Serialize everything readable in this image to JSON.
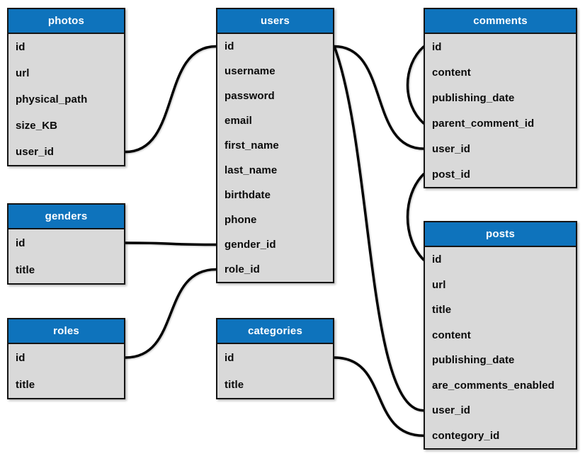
{
  "diagram": {
    "colors": {
      "background": "#ffffff",
      "table_header_bg": "#0e73bc",
      "table_header_text": "#ffffff",
      "table_body_bg": "#d9d9d9",
      "table_border": "#141414",
      "connector": "#000000"
    },
    "tables": [
      {
        "id": "photos",
        "title": "photos",
        "fields": [
          "id",
          "url",
          "physical_path",
          "size_KB",
          "user_id"
        ]
      },
      {
        "id": "users",
        "title": "users",
        "fields": [
          "id",
          "username",
          "password",
          "email",
          "first_name",
          "last_name",
          "birthdate",
          "phone",
          "gender_id",
          "role_id"
        ]
      },
      {
        "id": "comments",
        "title": "comments",
        "fields": [
          "id",
          "content",
          "publishing_date",
          "parent_comment_id",
          "user_id",
          "post_id"
        ]
      },
      {
        "id": "genders",
        "title": "genders",
        "fields": [
          "id",
          "title"
        ]
      },
      {
        "id": "roles",
        "title": "roles",
        "fields": [
          "id",
          "title"
        ]
      },
      {
        "id": "categories",
        "title": "categories",
        "fields": [
          "id",
          "title"
        ]
      },
      {
        "id": "posts",
        "title": "posts",
        "fields": [
          "id",
          "url",
          "title",
          "content",
          "publishing_date",
          "are_comments_enabled",
          "user_id",
          "contegory_id"
        ]
      }
    ],
    "relationships": [
      {
        "from": "photos.user_id",
        "from_side": "right",
        "to": "users.id",
        "to_side": "left"
      },
      {
        "from": "genders.id",
        "from_side": "right",
        "to": "users.gender_id",
        "to_side": "left"
      },
      {
        "from": "roles.id",
        "from_side": "right",
        "to": "users.role_id",
        "to_side": "left"
      },
      {
        "from": "users.id",
        "from_side": "right",
        "to": "comments.user_id",
        "to_side": "left"
      },
      {
        "from": "users.id",
        "from_side": "right",
        "to": "posts.user_id",
        "to_side": "left"
      },
      {
        "from": "comments.id",
        "from_side": "left",
        "to": "comments.parent_comment_id",
        "to_side": "left"
      },
      {
        "from": "comments.post_id",
        "from_side": "left",
        "to": "posts.id",
        "to_side": "left"
      },
      {
        "from": "categories.id",
        "from_side": "right",
        "to": "posts.contegory_id",
        "to_side": "left"
      }
    ]
  }
}
